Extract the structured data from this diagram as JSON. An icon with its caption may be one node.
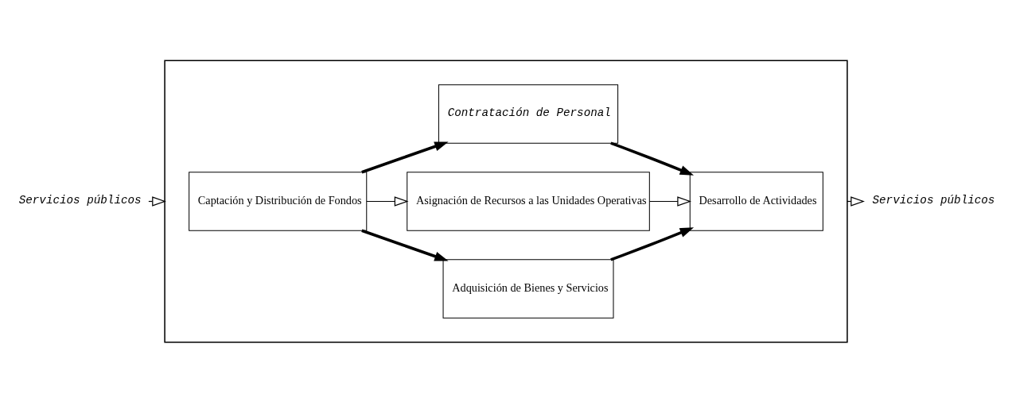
{
  "diagram": {
    "nodes": [
      {
        "text": [],
        "shape": "box"
      },
      {
        "text": [
          "Servicios públicos"
        ]
      },
      {
        "text": [
          "Contratación de Personal"
        ],
        "in": 0
      },
      {
        "text": [
          "Captación y Distribución de Fondos"
        ],
        "in": 0
      },
      {
        "text": [
          "Asignación de Recursos a las Unidades Operativas"
        ],
        "in": 0
      },
      {
        "text": [
          "Desarrollo de Actividades"
        ],
        "in": 0
      },
      {
        "text": [
          "Adquisición de Bienes y Servicios"
        ],
        "in": 0
      },
      {
        "text": [
          "Servicios públicos"
        ]
      }
    ],
    "edges": [
      {
        "from": 1,
        "to": 0,
        "arrow": "to"
      },
      {
        "from": 3,
        "to": 2,
        "arrow": "to",
        "style": "thick"
      },
      {
        "from": 3,
        "to": 4,
        "arrow": "to"
      },
      {
        "from": 3,
        "to": 6,
        "arrow": "to",
        "style": "thick"
      },
      {
        "from": 4,
        "to": 5,
        "arrow": "to"
      },
      {
        "from": 2,
        "to": 5,
        "arrow": "to",
        "style": "thick"
      },
      {
        "from": 6,
        "to": 5,
        "arrow": "to",
        "style": "thick"
      },
      {
        "from": 0,
        "to": 7,
        "arrow": "to"
      }
    ]
  }
}
